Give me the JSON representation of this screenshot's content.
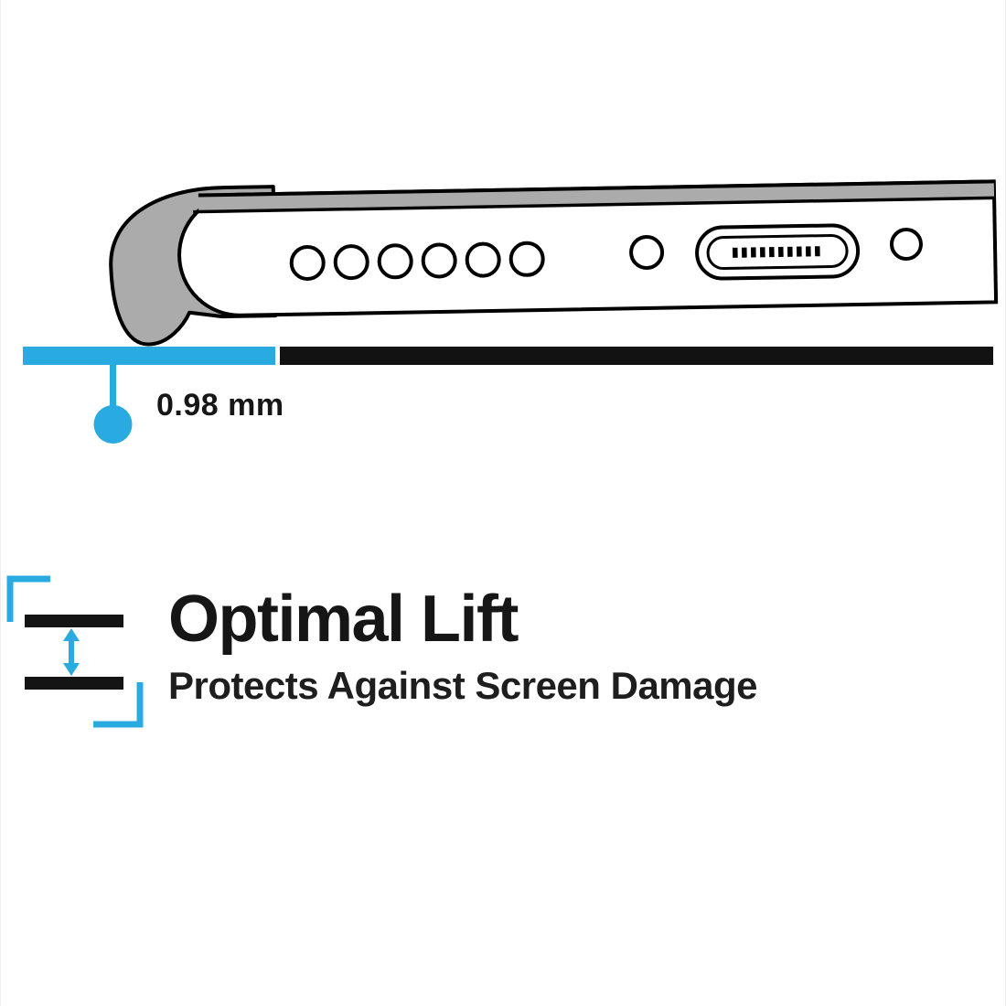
{
  "colors": {
    "accent": "#29abe2",
    "ink": "#161616",
    "case_gray": "#ababab",
    "surface_black": "#121212"
  },
  "illustration": {
    "subject": "phone-in-case-bottom-edge-lift-diagram",
    "speaker_hole_count": 6
  },
  "measurement": {
    "label": "0.98 mm"
  },
  "feature": {
    "title": "Optimal Lift",
    "subtitle": "Protects Against Screen Damage"
  }
}
